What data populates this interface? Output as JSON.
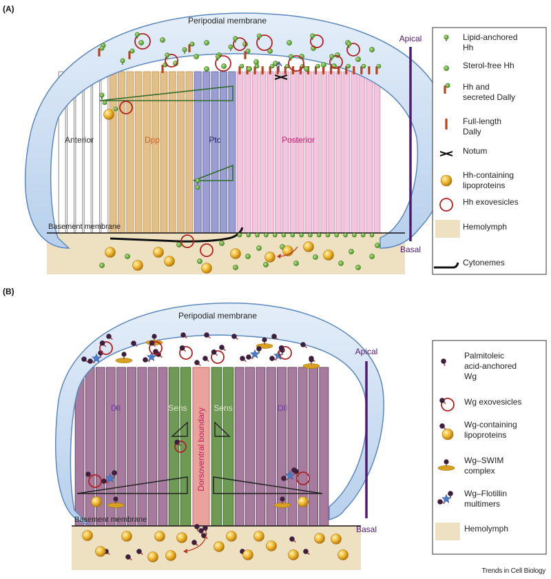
{
  "panel_a": {
    "label": "(A)",
    "membrane_top": "Peripodial membrane",
    "membrane_bottom": "Basement membrane",
    "regions": {
      "anterior": "Anterior",
      "dpp": "Dpp",
      "ptc": "Ptc",
      "posterior": "Posterior"
    },
    "axis": {
      "apical": "Apical",
      "basal": "Basal"
    },
    "legend": [
      {
        "id": "lipid-hh",
        "text": [
          "Lipid-anchored",
          "Hh"
        ]
      },
      {
        "id": "sterol-free-hh",
        "text": [
          "Sterol-free Hh"
        ]
      },
      {
        "id": "hh-dally",
        "text": [
          "Hh and",
          "secreted Dally"
        ]
      },
      {
        "id": "full-dally",
        "text": [
          "Full-length",
          "Dally"
        ]
      },
      {
        "id": "notum",
        "text": [
          "Notum"
        ]
      },
      {
        "id": "hh-lipo",
        "text": [
          "Hh-containing",
          "lipoproteins"
        ]
      },
      {
        "id": "hh-exo",
        "text": [
          "Hh exovesicles"
        ]
      },
      {
        "id": "hemolymph",
        "text": [
          "Hemolymph"
        ]
      },
      {
        "id": "cytonemes",
        "text": [
          "Cytonemes"
        ]
      }
    ]
  },
  "panel_b": {
    "label": "(B)",
    "membrane_top": "Peripodial membrane",
    "membrane_bottom": "Basement membrane",
    "regions": {
      "dll_left": "Dll",
      "sens_left": "Sens",
      "boundary": "Dorsoventral boundary",
      "sens_right": "Sens",
      "dll_right": "Dll"
    },
    "axis": {
      "apical": "Apical",
      "basal": "Basal"
    },
    "legend": [
      {
        "id": "palm-wg",
        "text": [
          "Palmitoleic",
          "acid-anchored",
          "Wg"
        ]
      },
      {
        "id": "wg-exo",
        "text": [
          "Wg exovesicles"
        ]
      },
      {
        "id": "wg-lipo",
        "text": [
          "Wg-containing",
          "lipoproteins"
        ]
      },
      {
        "id": "wg-swim",
        "text": [
          "Wg–SWIM",
          " complex"
        ]
      },
      {
        "id": "wg-flot",
        "text": [
          "Wg–Flotillin",
          " multimers"
        ]
      },
      {
        "id": "hemolymph",
        "text": [
          "Hemolymph"
        ]
      }
    ]
  },
  "credit": "Trends in Cell Biology",
  "colors": {
    "membrane": "#c6dcf2",
    "membrane_stroke": "#5b87bc",
    "hemolymph": "#ede1c2",
    "anterior": "#ffffff",
    "dpp": "#e3c08a",
    "ptc": "#9b9ed3",
    "posterior": "#f3c6de",
    "dll": "#a67b9e",
    "sens": "#6e9a55",
    "boundary": "#eaa29c",
    "green_dot": "#6dae3e",
    "dally": "#b8431d",
    "lipo": "#e5a92a",
    "exo": "#b02020",
    "wg_head": "#3d1f3d",
    "swim": "#d8a020",
    "flot": "#4a7dc9",
    "axis": "#4e1a6e"
  }
}
